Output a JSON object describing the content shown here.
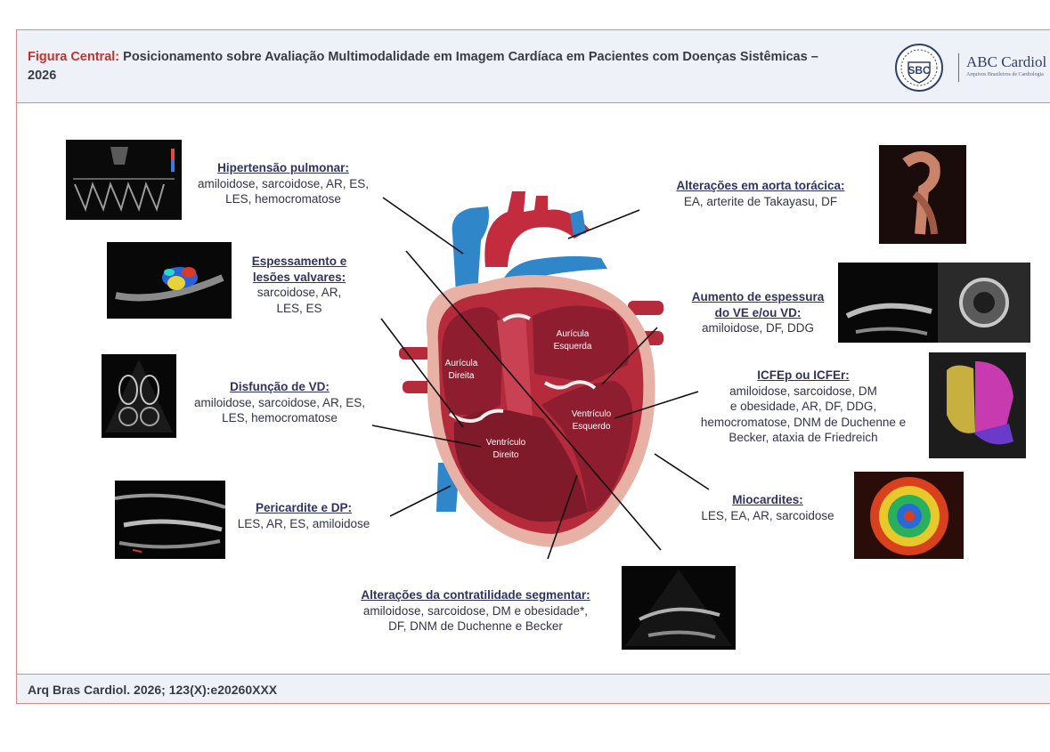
{
  "header": {
    "title_prefix": "Figura Central:",
    "title_text": " Posicionamento sobre Avaliação Multimodalidade em Imagem Cardíaca em Pacientes com Doenças Sistêmicas – 2026",
    "logo_text": "SBC",
    "journal_name": "ABC Cardiol",
    "journal_subtitle": "Arquivos Brasileiros de Cardiologia"
  },
  "heart_labels": {
    "ra": [
      "Aurícula",
      "Direita"
    ],
    "la": [
      "Aurícula",
      "Esquerda"
    ],
    "rv": [
      "Ventrículo",
      "Direito"
    ],
    "lv": [
      "Ventrículo",
      "Esquerdo"
    ]
  },
  "callouts": {
    "hp": {
      "heading": "Hipertensão pulmonar:",
      "lines": [
        "amiloidose, sarcoidose, AR, ES,",
        "LES, hemocromatose"
      ]
    },
    "ev": {
      "heading_lines": [
        "Espessamento e",
        "lesões valvares:"
      ],
      "lines": [
        "sarcoidose, AR,",
        "LES, ES"
      ]
    },
    "dvd": {
      "heading": "Disfunção de VD:",
      "lines": [
        "amiloidose, sarcoidose, AR, ES,",
        "LES, hemocromatose"
      ]
    },
    "pdp": {
      "heading": "Pericardite e DP:",
      "lines": [
        "LES, AR, ES, amiloidose"
      ]
    },
    "acs": {
      "heading": "Alterações da contratilidade segmentar:",
      "lines": [
        "amiloidose, sarcoidose, DM e obesidade*,",
        "DF, DNM de Duchenne e Becker"
      ]
    },
    "aat": {
      "heading": "Alterações em aorta torácica:",
      "lines": [
        "EA, arterite de Takayasu, DF"
      ]
    },
    "aev": {
      "heading_lines": [
        "Aumento de espessura",
        "do VE e/ou VD:"
      ],
      "lines": [
        "amiloidose, DF, DDG"
      ]
    },
    "icf": {
      "heading": "ICFEp ou ICFEr:",
      "lines": [
        "amiloidose, sarcoidose, DM",
        "e obesidade, AR, DF, DDG,",
        "hemocromatose, DNM de Duchenne e",
        "Becker, ataxia de Friedreich"
      ]
    },
    "mio": {
      "heading": "Miocardites:",
      "lines": [
        "LES, EA, AR, sarcoidose"
      ]
    }
  },
  "footer": {
    "citation": "Arq Bras Cardiol. 2026; 123(X):e20260XXX"
  },
  "colors": {
    "accent_red": "#c4302b",
    "heart_red": "#b52b3c",
    "vein_blue": "#2f86c9",
    "header_bg": "#eef2f8",
    "border": "#d98a8a"
  }
}
